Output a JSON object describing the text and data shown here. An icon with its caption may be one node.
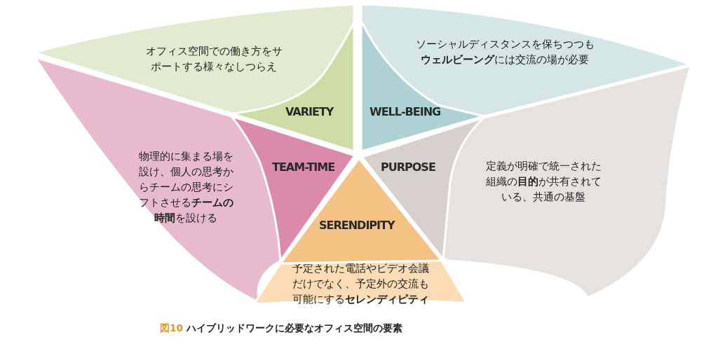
{
  "diagram": {
    "caption": "図10 ハイブリッドワークに必要なオフィス空間の要素",
    "nodes": [
      {
        "text": [
          "オフィス空間での働き方をサポートする様々なしつらえ"
        ]
      },
      {
        "text": [
          "ソーシャルディスタンスを保ちつつも**ウェルビーング**には交流の場が必要"
        ]
      },
      {
        "text": [
          "VARIETY"
        ],
        "in": 0
      },
      {
        "text": [
          "WELL-BEING"
        ],
        "in": 1
      },
      {
        "text": [
          "物理的に集まる場を設け、個人の思考からチームの思考にシフトさせる**チームの時間**を設ける"
        ]
      },
      {
        "text": [
          "TEAM-TIME"
        ],
        "in": 4
      },
      {
        "text": [
          "定義が明確で統一された組織の**目的**が共有されている、共通の基盤"
        ]
      },
      {
        "text": [
          "PURPOSE"
        ],
        "in": 6
      },
      {
        "text": [
          "予定された電話やビデオ会議だけでなく、予定外の交流も可能にする**セレンディピティ**"
        ]
      },
      {
        "text": [
          "SERENDIPITY"
        ],
        "in": 8
      }
    ]
  }
}
